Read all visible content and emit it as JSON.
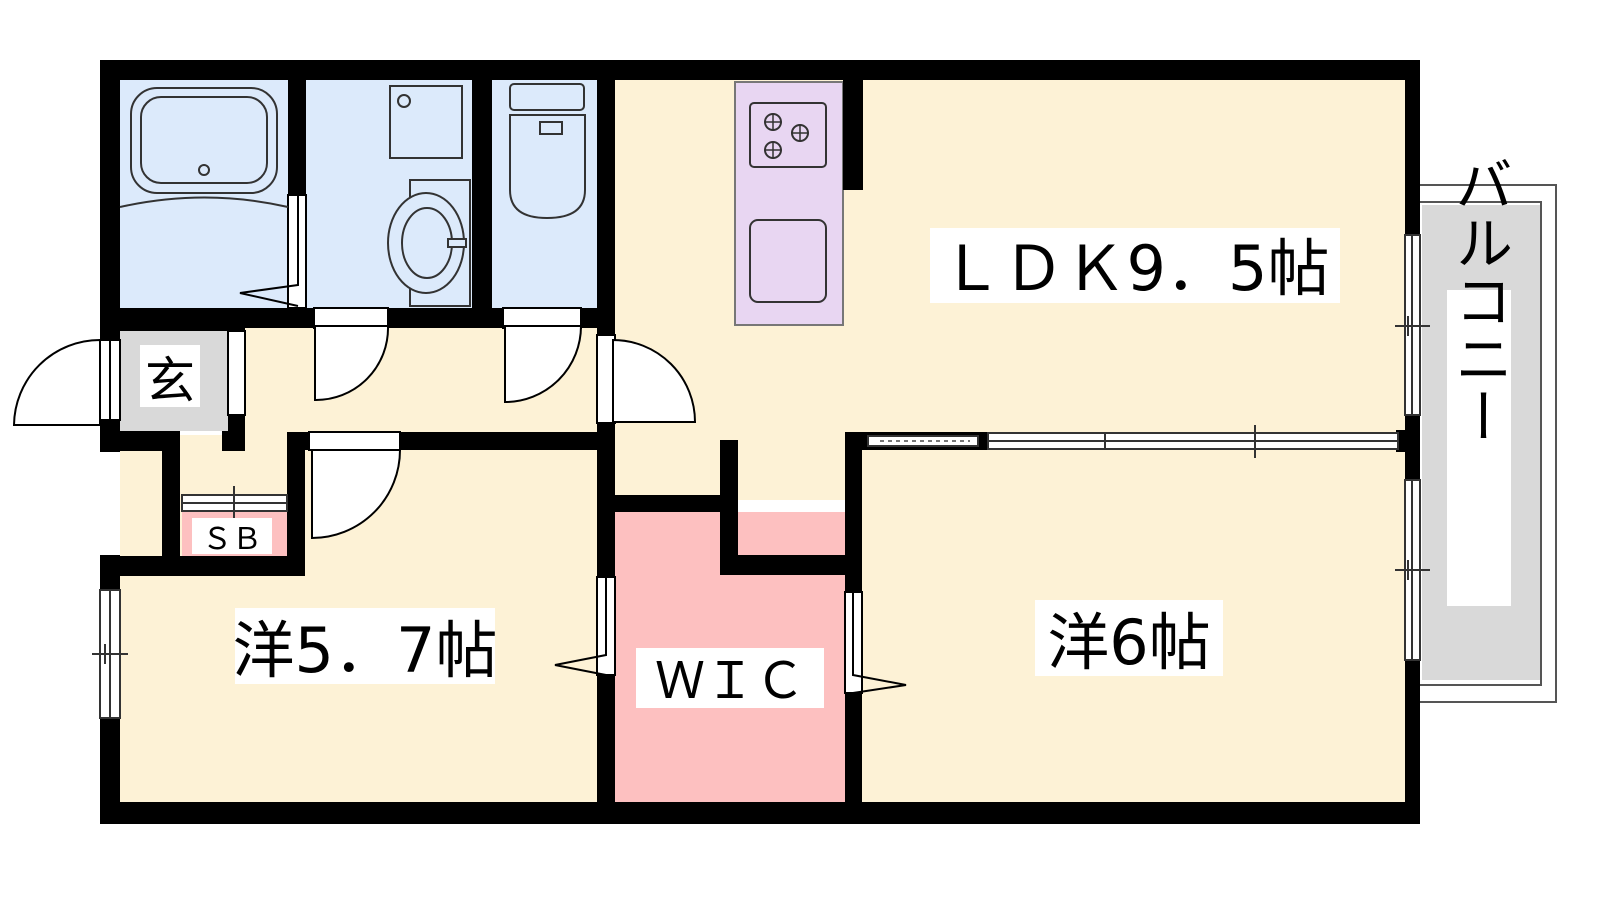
{
  "rooms": {
    "ldk": {
      "label": "ＬＤＫ9．5帖",
      "color": "#fdf2d6"
    },
    "western_a": {
      "label": "洋5．7帖",
      "color": "#fdf2d6"
    },
    "western_b": {
      "label": "洋6帖",
      "color": "#fdf2d6"
    },
    "wic": {
      "label": "ＷＩＣ",
      "color": "#fdc0c0"
    },
    "entrance": {
      "label": "玄",
      "color": "#d9d9d9"
    },
    "shoe_box": {
      "label": "ＳＢ",
      "color": "#fdc0c0"
    },
    "balcony": {
      "label": "バルコニー",
      "color": "#d9d9d9"
    },
    "bath": {
      "color": "#dceafb"
    },
    "washroom": {
      "color": "#dceafb"
    },
    "toilet": {
      "color": "#dceafb"
    },
    "kitchen_counter": {
      "color": "#e8d6f2"
    }
  },
  "colors": {
    "wall": "#000000",
    "floor": "#fdf2d6"
  }
}
